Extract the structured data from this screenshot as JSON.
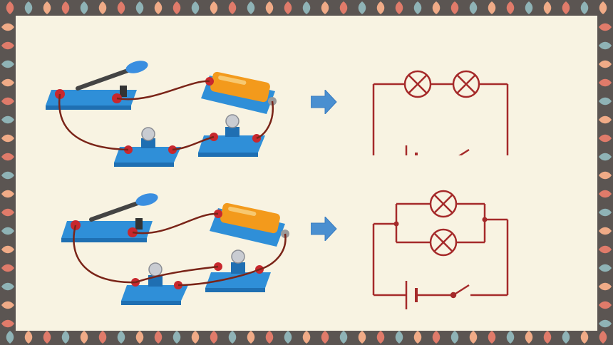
{
  "theme": {
    "frame": "#5b5552",
    "paper": "#f8f3e2",
    "petal_colors": [
      "#e07b6a",
      "#8fb3b6",
      "#f0ab87"
    ],
    "wire_photo": "#7a2418",
    "circuit_line": "#a52a2a",
    "arrow": "#4a8fd0",
    "apparatus_blue": "#2f8fd8",
    "terminal_red": "#c8282e",
    "battery_orange": "#f39a1c"
  },
  "rows": [
    {
      "id": "series",
      "photo_icon": "series-circuit-apparatus",
      "arrow_icon": "right-arrow-icon",
      "schematic_icon": "series-circuit-schematic",
      "lamps": 2,
      "connection": "series"
    },
    {
      "id": "parallel",
      "photo_icon": "parallel-circuit-apparatus",
      "arrow_icon": "right-arrow-icon",
      "schematic_icon": "parallel-circuit-schematic",
      "lamps": 2,
      "connection": "parallel"
    }
  ]
}
